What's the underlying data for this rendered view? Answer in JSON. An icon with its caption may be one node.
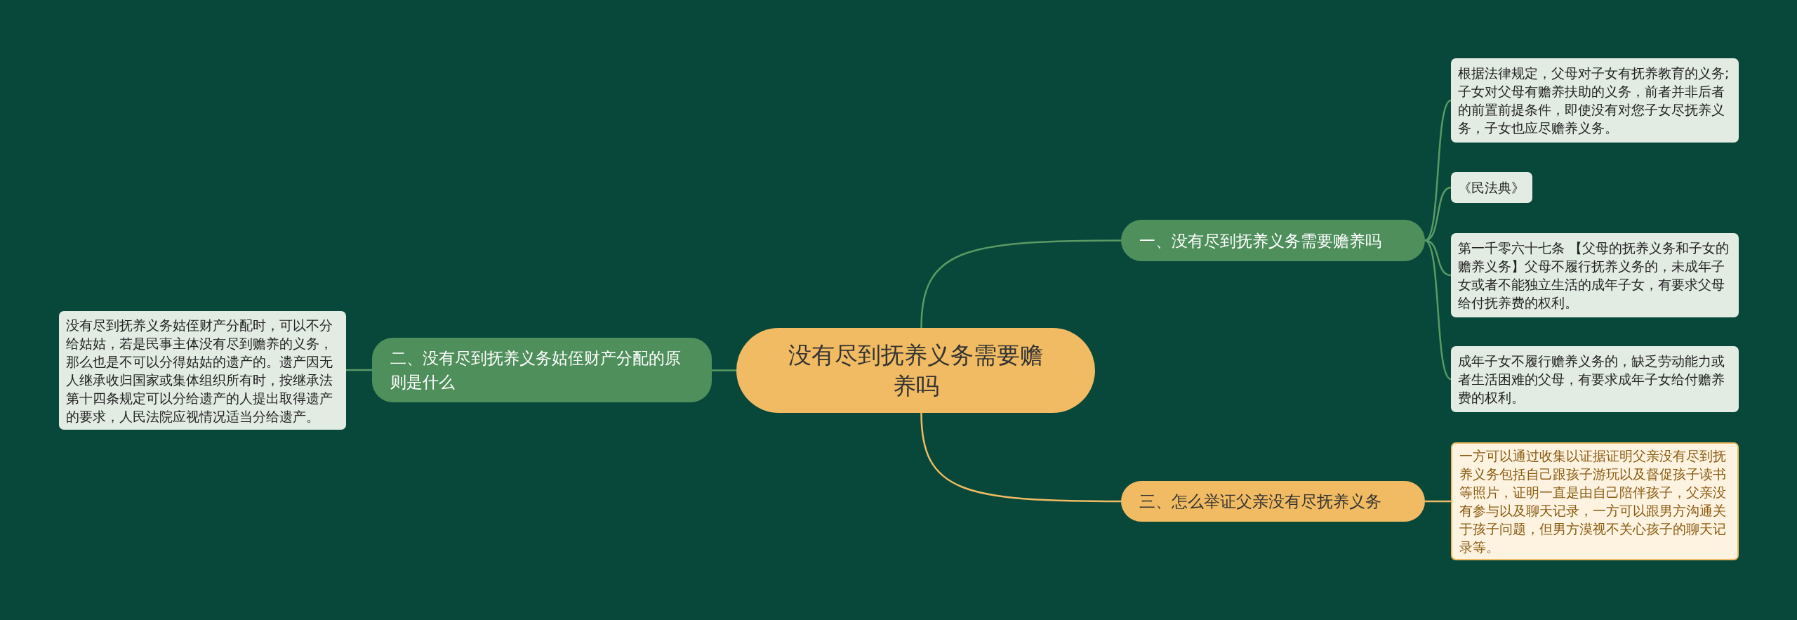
{
  "diagram": {
    "nodes": [
      {
        "text": [
          "没有尽到抚养义务需要赡养吗"
        ]
      },
      {
        "text": [
          "一、没有尽到抚养义务需要赡养吗"
        ]
      },
      {
        "text": [
          "根据法律规定，父母对子女有抚养教育的义务;子女对父母有赡养扶助的义务，前者并非后者的前置前提条件，即使没有对您子女尽抚养义务，子女也应尽赡养义务。"
        ]
      },
      {
        "text": [
          "《民法典》"
        ]
      },
      {
        "text": [
          "第一千零六十七条 【父母的抚养义务和子女的赡养义务】父母不履行抚养义务的，未成年子女或者不能独立生活的成年子女，有要求父母给付抚养费的权利。"
        ]
      },
      {
        "text": [
          "成年子女不履行赡养义务的，缺乏劳动能力或者生活困难的父母，有要求成年子女给付赡养费的权利。"
        ]
      },
      {
        "text": [
          "二、没有尽到抚养义务姑侄财产分配的原则是什么"
        ]
      },
      {
        "text": [
          "没有尽到抚养义务姑侄财产分配时，可以不分给姑姑，若是民事主体没有尽到赡养的义务，那么也是不可以分得姑姑的遗产的。遗产因无人继承收归国家或集体组织所有时，按继承法第十四条规定可以分给遗产的人提出取得遗产的要求，人民法院应视情况适当分给遗产。"
        ]
      },
      {
        "text": [
          "三、怎么举证父亲没有尽抚养义务"
        ]
      },
      {
        "text": [
          "一方可以通过收集以证据证明父亲没有尽到抚养义务包括自己跟孩子游玩以及督促孩子读书等照片，证明一直是由自己陪伴孩子，父亲没有参与以及聊天记录，一方可以跟男方沟通关于孩子问题，但男方漠视不关心孩子的聊天记录等。"
        ]
      }
    ],
    "edges": [
      {
        "from": 0,
        "to": 1,
        "arrow": "none"
      },
      {
        "from": 1,
        "to": 2,
        "arrow": "none"
      },
      {
        "from": 1,
        "to": 3,
        "arrow": "none"
      },
      {
        "from": 1,
        "to": 4,
        "arrow": "none"
      },
      {
        "from": 1,
        "to": 5,
        "arrow": "none"
      },
      {
        "from": 0,
        "to": 6,
        "arrow": "none"
      },
      {
        "from": 6,
        "to": 7,
        "arrow": "none"
      },
      {
        "from": 0,
        "to": 8,
        "arrow": "none",
        "color": "#f0bb62"
      },
      {
        "from": 8,
        "to": 9,
        "arrow": "none",
        "color": "#f0bb62"
      }
    ]
  }
}
